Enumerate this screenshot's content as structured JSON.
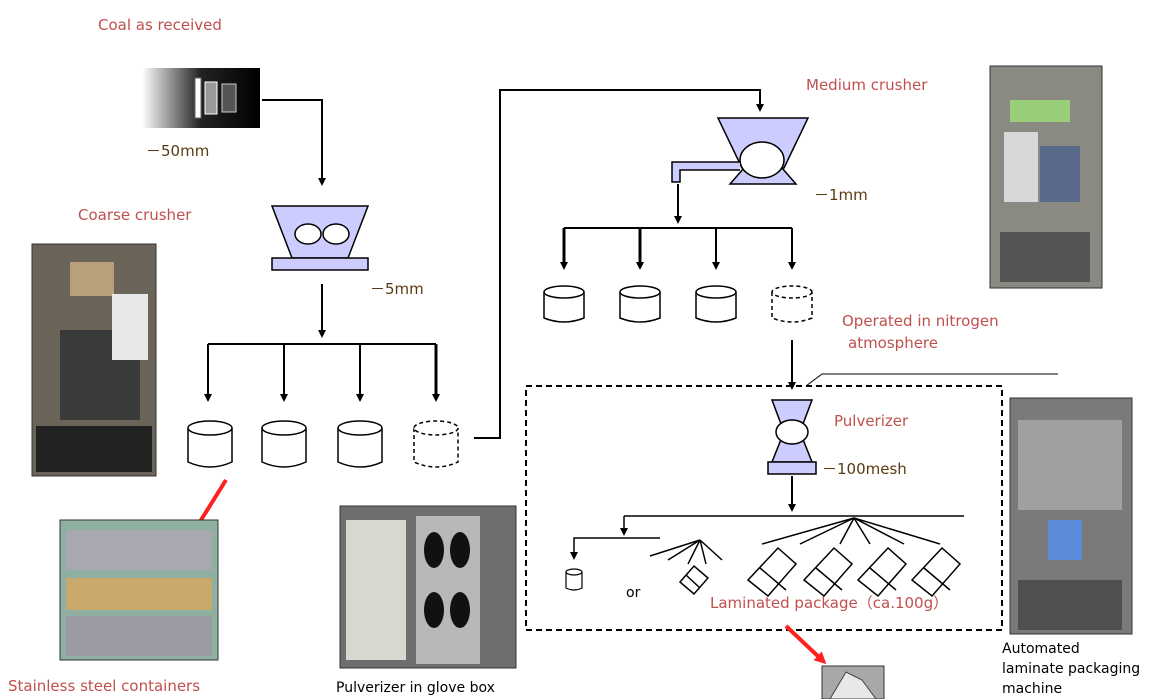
{
  "labels": {
    "coal_as_received": "Coal as received",
    "size_50mm": "－50mm",
    "coarse_crusher": "Coarse crusher",
    "size_5mm": "－5mm",
    "medium_crusher": "Medium crusher",
    "size_1mm": "－1mm",
    "nitrogen_line1": "Operated in nitrogen",
    "nitrogen_line2": "atmosphere",
    "pulverizer": "Pulverizer",
    "size_100mesh": "－100mesh",
    "or": "or",
    "laminated_package": "Laminated package（ca.100g）",
    "stainless_containers": "Stainless steel containers",
    "pulverizer_glove_box": "Pulverizer  in glove box",
    "automated_line1": "Automated",
    "automated_line2": "laminate packaging",
    "automated_line3": "machine"
  },
  "colors": {
    "label_red": "#c0504d",
    "size_brown": "#5a3a10",
    "crusher_fill": "#ccccff",
    "arrow_red": "#ff2020"
  }
}
